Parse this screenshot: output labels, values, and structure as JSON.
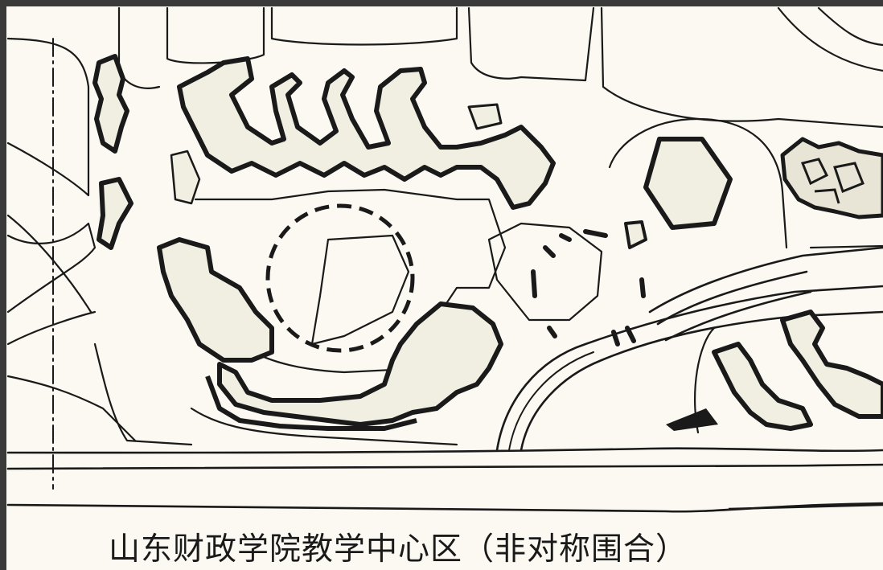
{
  "caption": "山东财政学院教学中心区（非对称围合）",
  "colors": {
    "paper": "#fbf9f1",
    "ink": "#1a1a1a",
    "building_fill": "#f1efe2",
    "frame": "#3a3a3a"
  },
  "legend_symbols": {
    "building": "thick-outline",
    "courtyard": "dashed-circle",
    "road": "double-line",
    "axis": "dash-dot-line"
  }
}
